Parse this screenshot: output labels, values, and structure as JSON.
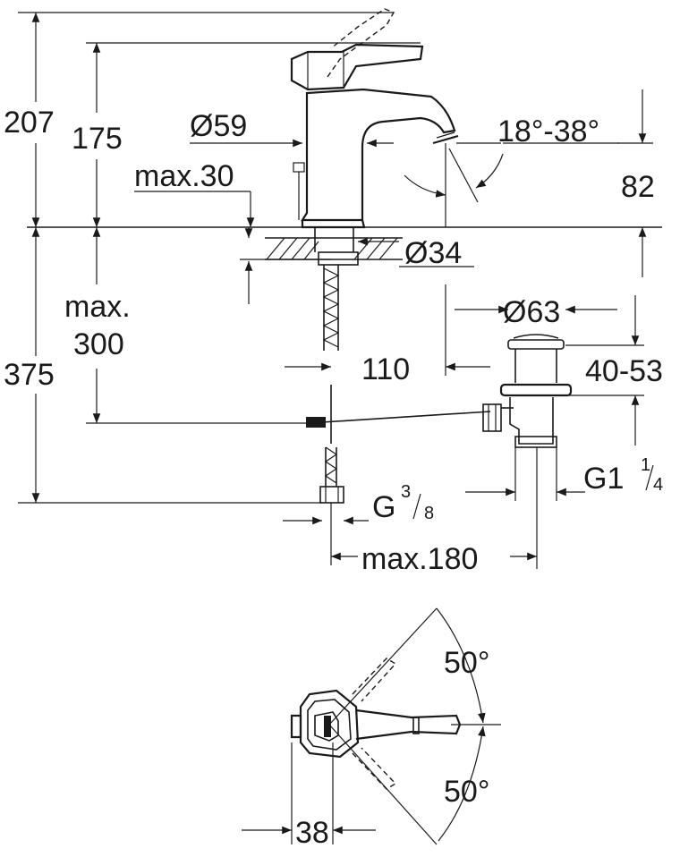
{
  "colors": {
    "ink": "#1a1a1a",
    "background": "#ffffff"
  },
  "dims": {
    "h207": "207",
    "h175": "175",
    "dia59": "Ø59",
    "max30": "max.30",
    "angle": "18°-38°",
    "h82": "82",
    "dia34": "Ø34",
    "max": "max.",
    "h300": "300",
    "h375": "375",
    "w110": "110",
    "dia63": "Ø63",
    "h4053": "40-53",
    "g114_main": "G1",
    "g114_num": "1",
    "g114_den": "4",
    "g38_main": "G",
    "g38_num": "3",
    "g38_den": "8",
    "max180": "max.180",
    "ang50_top": "50°",
    "ang50_bot": "50°",
    "w38": "38"
  }
}
